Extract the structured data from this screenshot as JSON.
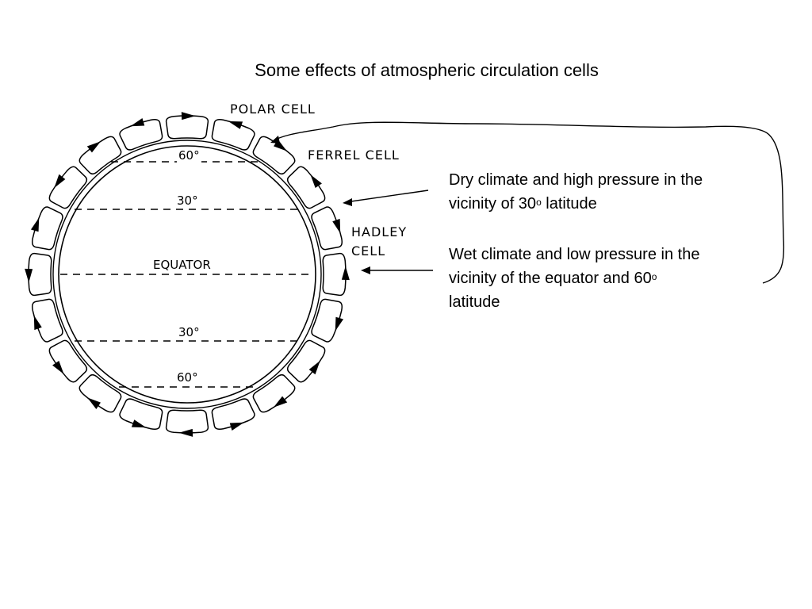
{
  "title": "Some effects of atmospheric circulation cells",
  "diagram": {
    "cell_labels": {
      "polar": "POLAR CELL",
      "ferrel": "FERREL CELL",
      "hadley_line1": "HADLEY",
      "hadley_line2": "CELL"
    },
    "latitudes": {
      "north60": "60°",
      "north30": "30°",
      "equator": "EQUATOR",
      "south30": "30°",
      "south60": "60°"
    }
  },
  "notes": {
    "dry_line1": "Dry climate and high pressure in the",
    "dry_line2_pre": "vicinity of 30",
    "dry_sup": "o",
    "dry_line2_post": " latitude",
    "wet_line1": "Wet climate and low pressure in the",
    "wet_line2_pre": "vicinity of the equator and 60",
    "wet_sup": "o",
    "wet_line3": "latitude"
  }
}
